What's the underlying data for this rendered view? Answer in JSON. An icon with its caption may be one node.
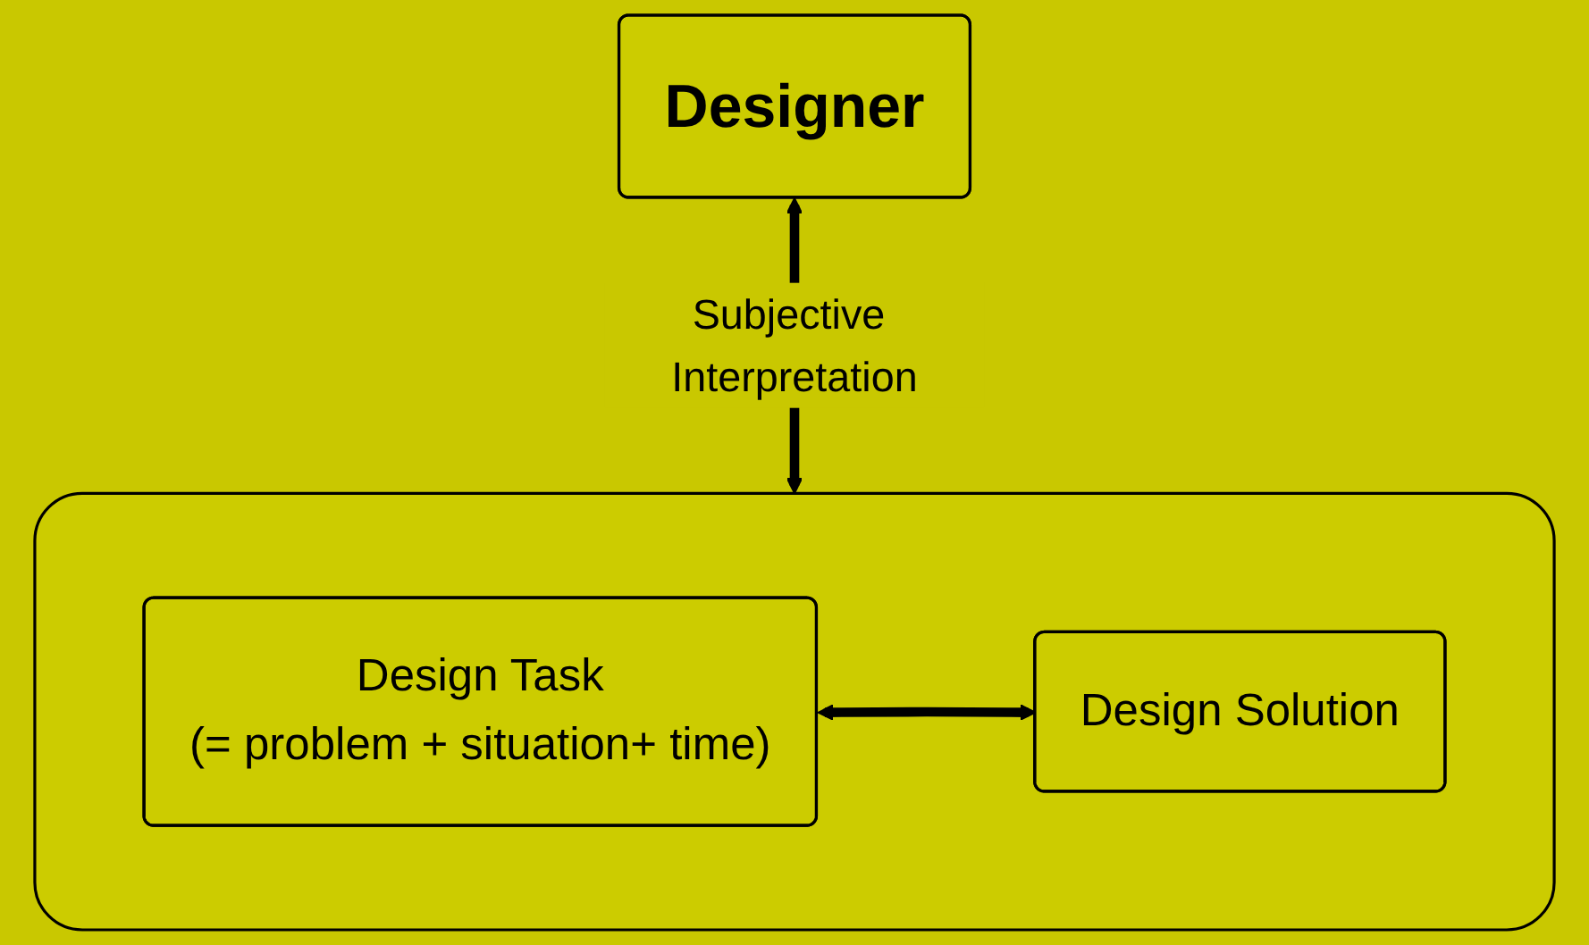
{
  "diagram": {
    "nodes": [
      {
        "text": [
          "Designer"
        ]
      },
      {
        "text": [],
        "shape": "box"
      },
      {
        "text": [
          "Design Task",
          "(= problem + situation+ time)"
        ],
        "in": 1
      },
      {
        "text": [
          "Design Solution"
        ],
        "in": 1
      }
    ],
    "edges": [
      {
        "from": 0,
        "to": 1,
        "arrow": "both",
        "label": "Subjective Interpretation"
      },
      {
        "from": 2,
        "to": 3,
        "arrow": "both"
      }
    ]
  }
}
